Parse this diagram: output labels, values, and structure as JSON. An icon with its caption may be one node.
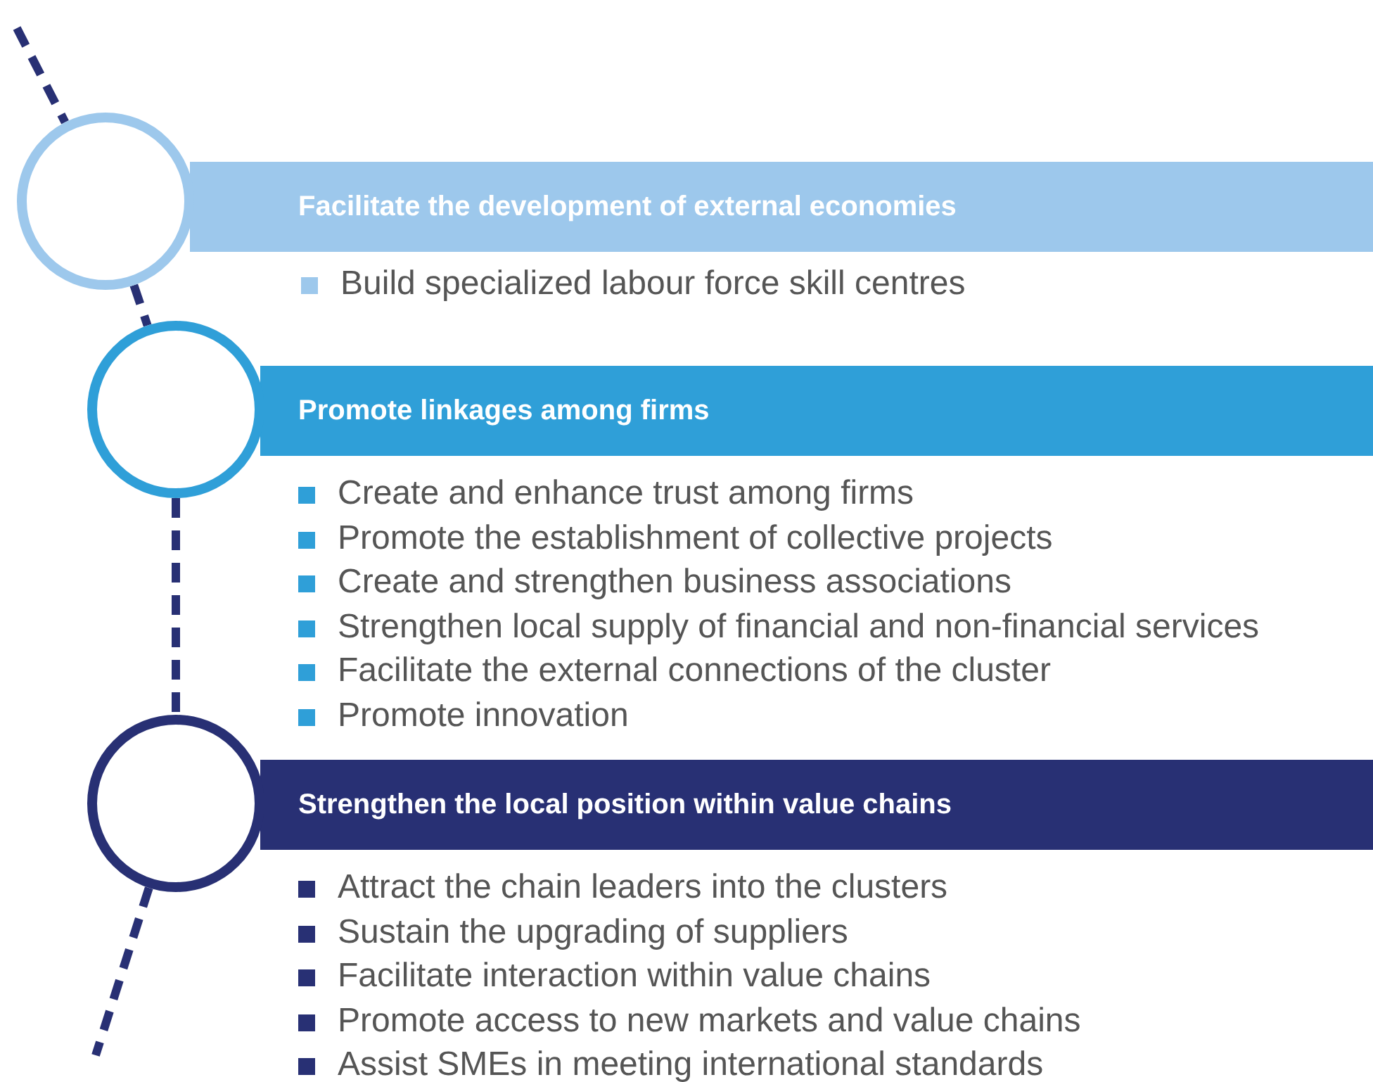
{
  "diagram": {
    "nodes": [
      {
        "text": [],
        "shape": "circle"
      },
      {
        "text": [
          "Facilitate the development of external economies"
        ],
        "beside": [
          "Build specialized labour force skill centres"
        ]
      },
      {
        "text": [],
        "shape": "circle"
      },
      {
        "text": [
          "Promote linkages among firms"
        ],
        "beside": [
          "Create and enhance trust among firms",
          "Promote the establishment of collective projects",
          "Create and strengthen business associations",
          "Strengthen local supply of financial and non-financial services",
          "Facilitate the external connections of the cluster",
          "Promote innovation"
        ]
      },
      {
        "text": [],
        "shape": "circle"
      },
      {
        "text": [
          "Strengthen the local position within value chains"
        ],
        "beside": [
          "Attract the chain leaders into the clusters",
          "Sustain the upgrading of suppliers",
          "Facilitate interaction within value chains",
          "Promote access to new markets and value chains",
          "Assist SMEs in meeting international standards"
        ]
      }
    ],
    "edges": [
      {
        "from": null,
        "to": 0,
        "arrow": "none",
        "style": "dashed"
      },
      {
        "from": 0,
        "to": 2,
        "arrow": "none",
        "style": "dashed"
      },
      {
        "from": 2,
        "to": 4,
        "arrow": "none",
        "style": "dashed"
      },
      {
        "from": 4,
        "to": null,
        "arrow": "none",
        "style": "dashed"
      }
    ]
  }
}
